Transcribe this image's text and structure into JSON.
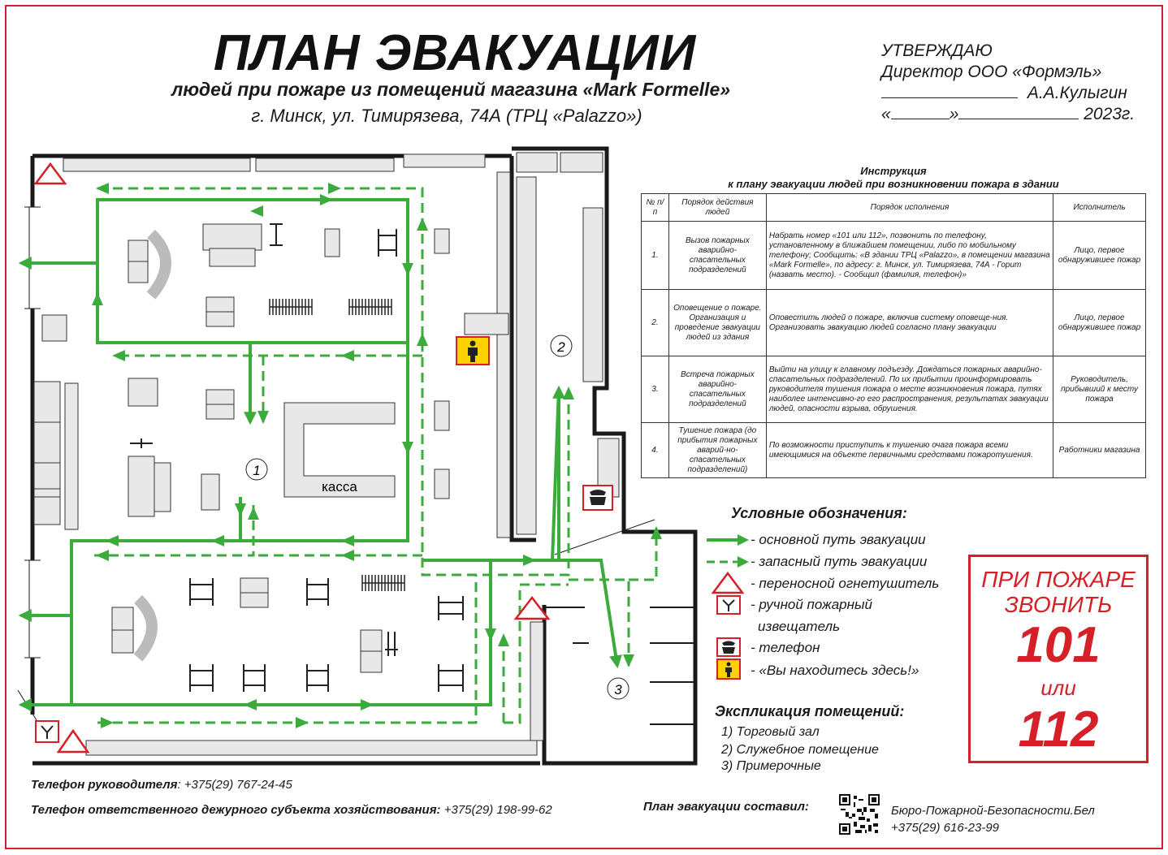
{
  "header": {
    "title": "ПЛАН ЭВАКУАЦИИ",
    "subtitle": "людей при пожаре из помещений магазина «Mark Formelle»",
    "address": "г. Минск, ул. Тимирязева, 74А (ТРЦ «Palazzo»)"
  },
  "approval": {
    "line1": "УТВЕРЖДАЮ",
    "line2": "Директор ООО «Формэль»",
    "signer": "А.А.Кулыгин",
    "quote_open": "«",
    "quote_close": "»",
    "year": "2023г."
  },
  "instruction": {
    "title_line1": "Инструкция",
    "title_line2": "к плану эвакуации людей при возникновении пожара в здании",
    "headers": [
      "№ п/п",
      "Порядок действия людей",
      "Порядок исполнения",
      "Исполнитель"
    ],
    "rows": [
      {
        "num": "1.",
        "action": "Вызов пожарных аварийно-спасательных подразделений",
        "execution": "Набрать номер «101 или 112», позвонить по телефону, установленному в ближайшем помещении, либо по мобильному телефону; Сообщить: «В здании ТРЦ «Palazzo», в помещении магазина «Mark Formelle», по адресу: г. Минск, ул. Тимирязева, 74А - Горит (назвать место). - Сообщил (фамилия, телефон)»",
        "executor": "Лицо, первое обнаружившее пожар"
      },
      {
        "num": "2.",
        "action": "Оповещение о пожаре. Организация и проведение эвакуации людей из здания",
        "execution": "Оповестить людей о пожаре, включив систему оповеще-ния. Организовать эвакуацию людей согласно плану эвакуации",
        "executor": "Лицо, первое обнаружившее пожар"
      },
      {
        "num": "3.",
        "action": "Встреча пожарных аварийно-спасательных подразделений",
        "execution": "Выйти на улицу к главному подъезду. Дождаться пожарных аварийно-спасательных подразделений. По их прибытии проинформировать руководителя тушения пожара о месте возникновения пожара, путях наиболее интенсивно-го его распространения, результатах эвакуации людей, опасности взрыва, обрушения.",
        "executor": "Руководитель, прибывший к месту пожара"
      },
      {
        "num": "4.",
        "action": "Тушение пожара (до прибытия пожарных аварий-но-спасательных подразделений)",
        "execution": "По возможности приступить к тушению очага пожара всеми имеющимися на объекте первичными средствами пожаротушения.",
        "executor": "Работники магазина"
      }
    ]
  },
  "legend": {
    "title": "Условные обозначения:",
    "main_route": "- основной путь эвакуации",
    "reserve_route": "- запасный путь эвакуации",
    "extinguisher": "- переносной огнетушитель",
    "call_point_1": "- ручной пожарный",
    "call_point_2": "извещатель",
    "phone": "- телефон",
    "you_are_here": "- «Вы находитесь здесь!»"
  },
  "explication": {
    "title": "Экспликация помещений:",
    "items": [
      "1) Торговый зал",
      "2) Служебное помещение",
      "3) Примерочные"
    ]
  },
  "plan": {
    "cashier_label": "касса",
    "room_numbers": [
      "1",
      "2",
      "3"
    ]
  },
  "emergency": {
    "line1": "ПРИ ПОЖАРЕ",
    "line2": "ЗВОНИТЬ",
    "number1": "101",
    "or": "или",
    "number2": "112"
  },
  "footer": {
    "manager_phone_label": "Телефон руководителя",
    "manager_phone": ": +375(29) 767-24-45",
    "duty_phone_label": "Телефон ответственного дежурного субъекта хозяйствования:",
    "duty_phone": " +375(29) 198-99-62",
    "compiled_label": "План эвакуации составил:",
    "company": "Бюро-Пожарной-Безопасности.Бел",
    "company_phone": "+375(29) 616-23-99"
  },
  "colors": {
    "frame_red": "#d62027",
    "route_green": "#3bab3b",
    "wall": "#1a1a1a",
    "furniture_fill": "#e6e6e6",
    "sign_yellow": "#ffd200"
  }
}
